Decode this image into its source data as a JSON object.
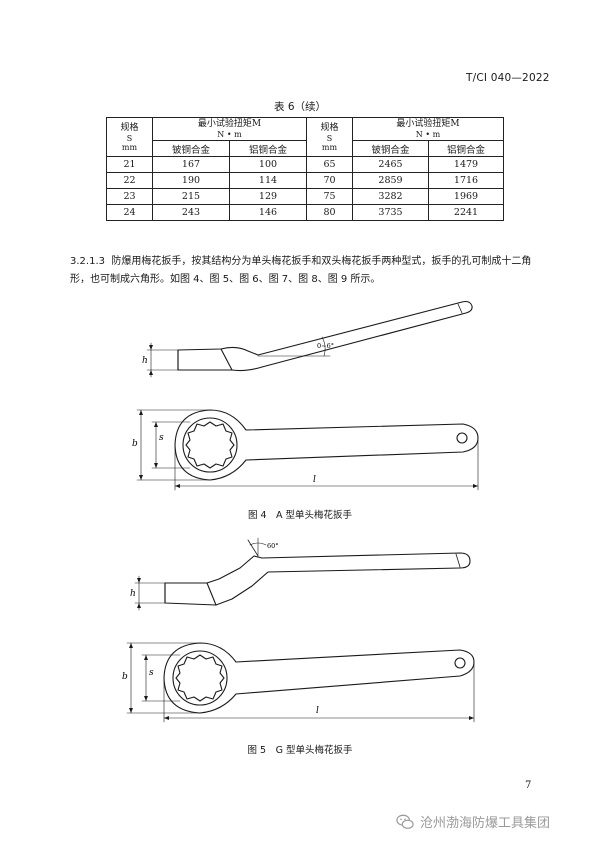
{
  "header": {
    "doc_code": "T/CI 040—2022"
  },
  "table": {
    "title": "表 6（续）",
    "col_spec": [
      "规格",
      "S",
      "mm"
    ],
    "col_torque": "最小试验扭矩M",
    "col_torque_unit": "N • m",
    "sub_cols": [
      "铍铜合金",
      "铝铜合金"
    ],
    "rows": [
      [
        "21",
        "167",
        "100",
        "65",
        "2465",
        "1479"
      ],
      [
        "22",
        "190",
        "114",
        "70",
        "2859",
        "1716"
      ],
      [
        "23",
        "215",
        "129",
        "75",
        "3282",
        "1969"
      ],
      [
        "24",
        "243",
        "146",
        "80",
        "3735",
        "2241"
      ]
    ]
  },
  "paragraph": {
    "number": "3.2.1.3",
    "text": "防爆用梅花扳手，按其结构分为单头梅花扳手和双头梅花扳手两种型式，扳手的孔可制成十二角形，也可制成六角形。如图 4、图 5、图 6、图 7、图 8、图 9 所示。"
  },
  "figure4": {
    "caption": "图 4　A 型单头梅花扳手",
    "labels": {
      "h": "h",
      "b": "b",
      "s": "s",
      "l": "l",
      "angle": "0~6°"
    }
  },
  "figure5": {
    "caption": "图 5　G 型单头梅花扳手",
    "labels": {
      "h": "h",
      "b": "b",
      "s": "s",
      "l": "l",
      "angle": "60°"
    }
  },
  "footer": {
    "page_number": "7",
    "watermark": "沧州渤海防爆工具集团"
  }
}
